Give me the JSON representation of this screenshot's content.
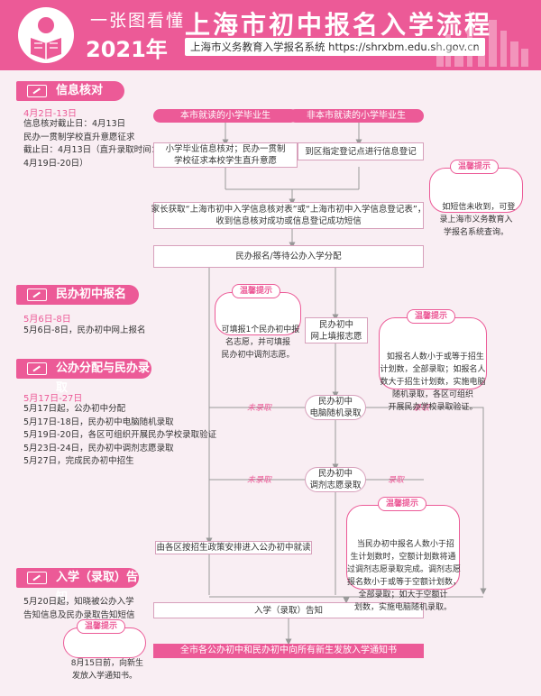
{
  "header": {
    "small": "一张图看懂",
    "year": "2021年",
    "title": "上海市初中报名入学流程",
    "subtitle": "上海市义务教育入学报名系统 https://shrxbm.edu.sh.gov.cn"
  },
  "sections": [
    {
      "title": "信息核对",
      "date": "4月2日-13日",
      "lines": "信息核对截止日：4月13日\n民办一贯制学校直升意愿征求\n截止日：4月13日（直升录取时间：\n4月19日-20日）"
    },
    {
      "title": "民办初中报名",
      "date": "5月6日-8日",
      "lines": "5月6日-8日，民办初中网上报名"
    },
    {
      "title": "公办分配与民办录取",
      "date": "5月17日-27日",
      "lines": "5月17日起，公办初中分配\n5月17日-18日，民办初中电脑随机录取\n5月19日-20日，各区可组织开展民办学校录取验证\n5月23日-24日，民办初中调剂志愿录取\n5月27日，完成民办初中招生"
    },
    {
      "title": "入学（录取）告知",
      "date": "",
      "lines": "5月20日起，知晓被公办入学\n告知信息及民办录取告知短信"
    }
  ],
  "flow": {
    "local": "本市就读的小学毕业生",
    "nonlocal": "非本市就读的小学毕业生",
    "local_check": "小学毕业信息核对；民办一贯制\n学校征求本校学生直升意愿",
    "nonlocal_check": "到区指定登记点进行信息登记",
    "get_form": "家长获取“上海市初中入学信息核对表”或“上海市初中入学信息登记表”，\n收到信息核对成功或信息登记成功短信",
    "register": "民办报名/等待公办入学分配",
    "fill": "民办初中\n网上填报志愿",
    "lottery": "民办初中\n电脑随机录取",
    "adjust": "民办初中\n调剂志愿录取",
    "district": "由各区按招生政策安排进入公办初中就读",
    "notice": "入学（录取）告知",
    "final": "全市各公办初中和民办初中向所有新生发放入学通知书",
    "not_admitted": "未录取",
    "admitted": "录取"
  },
  "tips": {
    "label": "温馨提示",
    "t1": "如短信未收到，可登\n录上海市义务教育入\n学报名系统查询。",
    "t2": "可填报1个民办初中报\n名志愿，并可填报\n民办初中调剂志愿。",
    "t3": "如报名人数小于或等于招生\n计划数，全部录取；如报名人\n数大于招生计划数，实施电脑\n随机录取，各区可组织\n开展民办学校录取验证。",
    "t4": "当民办初中报名人数小于招\n生计划数时，空额计划数将通\n过调剂志愿录取完成。调剂志愿\n报名数小于或等于空额计划数，\n全部录取；如大于空额计\n划数，实施电脑随机录取。",
    "t5": "8月15日前，向新生\n发放入学通知书。"
  }
}
